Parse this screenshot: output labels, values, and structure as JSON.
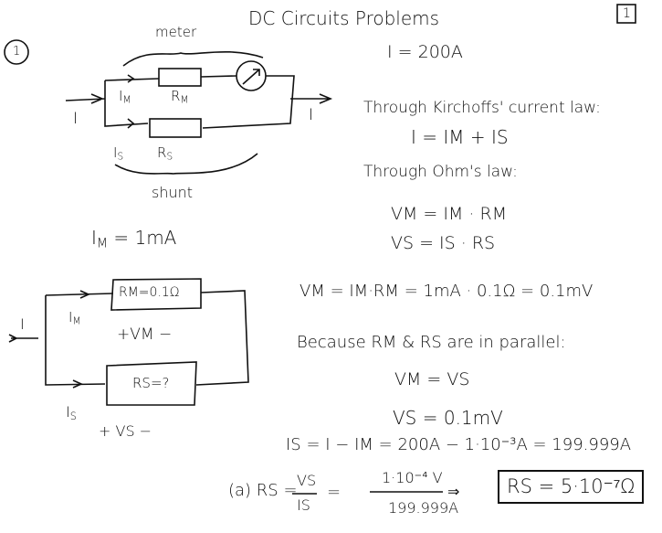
{
  "header": {
    "title": "DC Circuits Problems",
    "page_number": "1",
    "problem_number": "1"
  },
  "circuit1": {
    "meter_label": "meter",
    "shunt_label": "shunt",
    "i_in": "I",
    "i_out": "I",
    "im": "I",
    "im_sub": "M",
    "rm": "R",
    "rm_sub": "M",
    "is": "I",
    "is_sub": "S",
    "rs": "R",
    "rs_sub": "S"
  },
  "given": {
    "im_eq": "I",
    "im_sub": "M",
    "im_val": "= 1mA"
  },
  "circuit2": {
    "i_in": "I",
    "rm_box": "RM=0.1Ω",
    "rs_box": "RS=?",
    "im": "I",
    "im_sub": "M",
    "vm": "+VM −",
    "is": "I",
    "is_sub": "S",
    "vs": "+ VS −"
  },
  "notes": {
    "i_value": "I = 200A",
    "kirchhoff_title": "Through Kirchoffs' current law:",
    "kirchhoff_eq": "I = IM + IS",
    "ohm_title": "Through Ohm's law:",
    "ohm_eq1": "VM = IM · RM",
    "ohm_eq2": "VS = IS · RS",
    "vm_calc": "VM = IM·RM = 1mA · 0.1Ω = 0.1mV",
    "parallel_title": "Because RM & RS are in parallel:",
    "parallel_eq": "VM = VS",
    "vs_value": "VS = 0.1mV",
    "is_calc": "IS = I − IM = 200A − 1·10⁻³A = 199.999A",
    "part_a_label": "(a) RS =",
    "part_a_frac_num": "VS",
    "part_a_frac_den": "IS",
    "part_a_eq": "=",
    "part_a_num": "1·10⁻⁴ V",
    "part_a_den": "199.999A",
    "part_a_arrow": "⇒",
    "part_a_result": "RS = 5·10⁻⁷Ω"
  }
}
